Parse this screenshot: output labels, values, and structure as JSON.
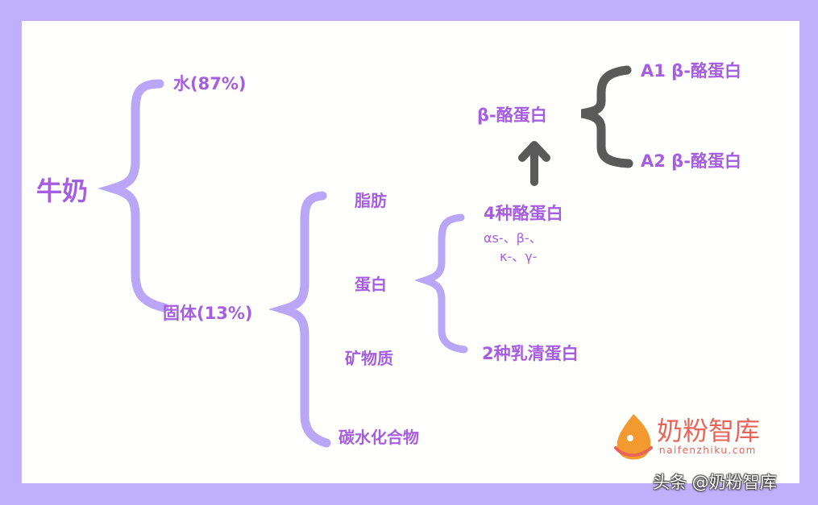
{
  "colors": {
    "frame": "#c0b0fc",
    "background": "#fffffd",
    "text": "#a65ee0",
    "brace_purple": "#b9a6f7",
    "brace_gray": "#5a5a5a",
    "logo_red": "#e8645a",
    "logo_orange": "#f29a30"
  },
  "diagram": {
    "root": "牛奶",
    "water": "水(87%)",
    "solids": "固体(13%)",
    "solids_children": {
      "fat": "脂肪",
      "protein": "蛋白",
      "minerals": "矿物质",
      "carbs": "碳水化合物"
    },
    "protein_children": {
      "casein": "4种酪蛋白",
      "casein_types_line1": "αs-、β-、",
      "casein_types_line2": "κ-、γ-",
      "whey": "2种乳清蛋白"
    },
    "beta_casein": "β-酪蛋白",
    "beta_variants": {
      "a1": "A1 β-酪蛋白",
      "a2": "A2 β-酪蛋白"
    }
  },
  "logo": {
    "icon": "droplet-hand-icon",
    "name": "奶粉智库",
    "url": "naifenzhiku.com"
  },
  "watermark": "头条 @奶粉智库"
}
